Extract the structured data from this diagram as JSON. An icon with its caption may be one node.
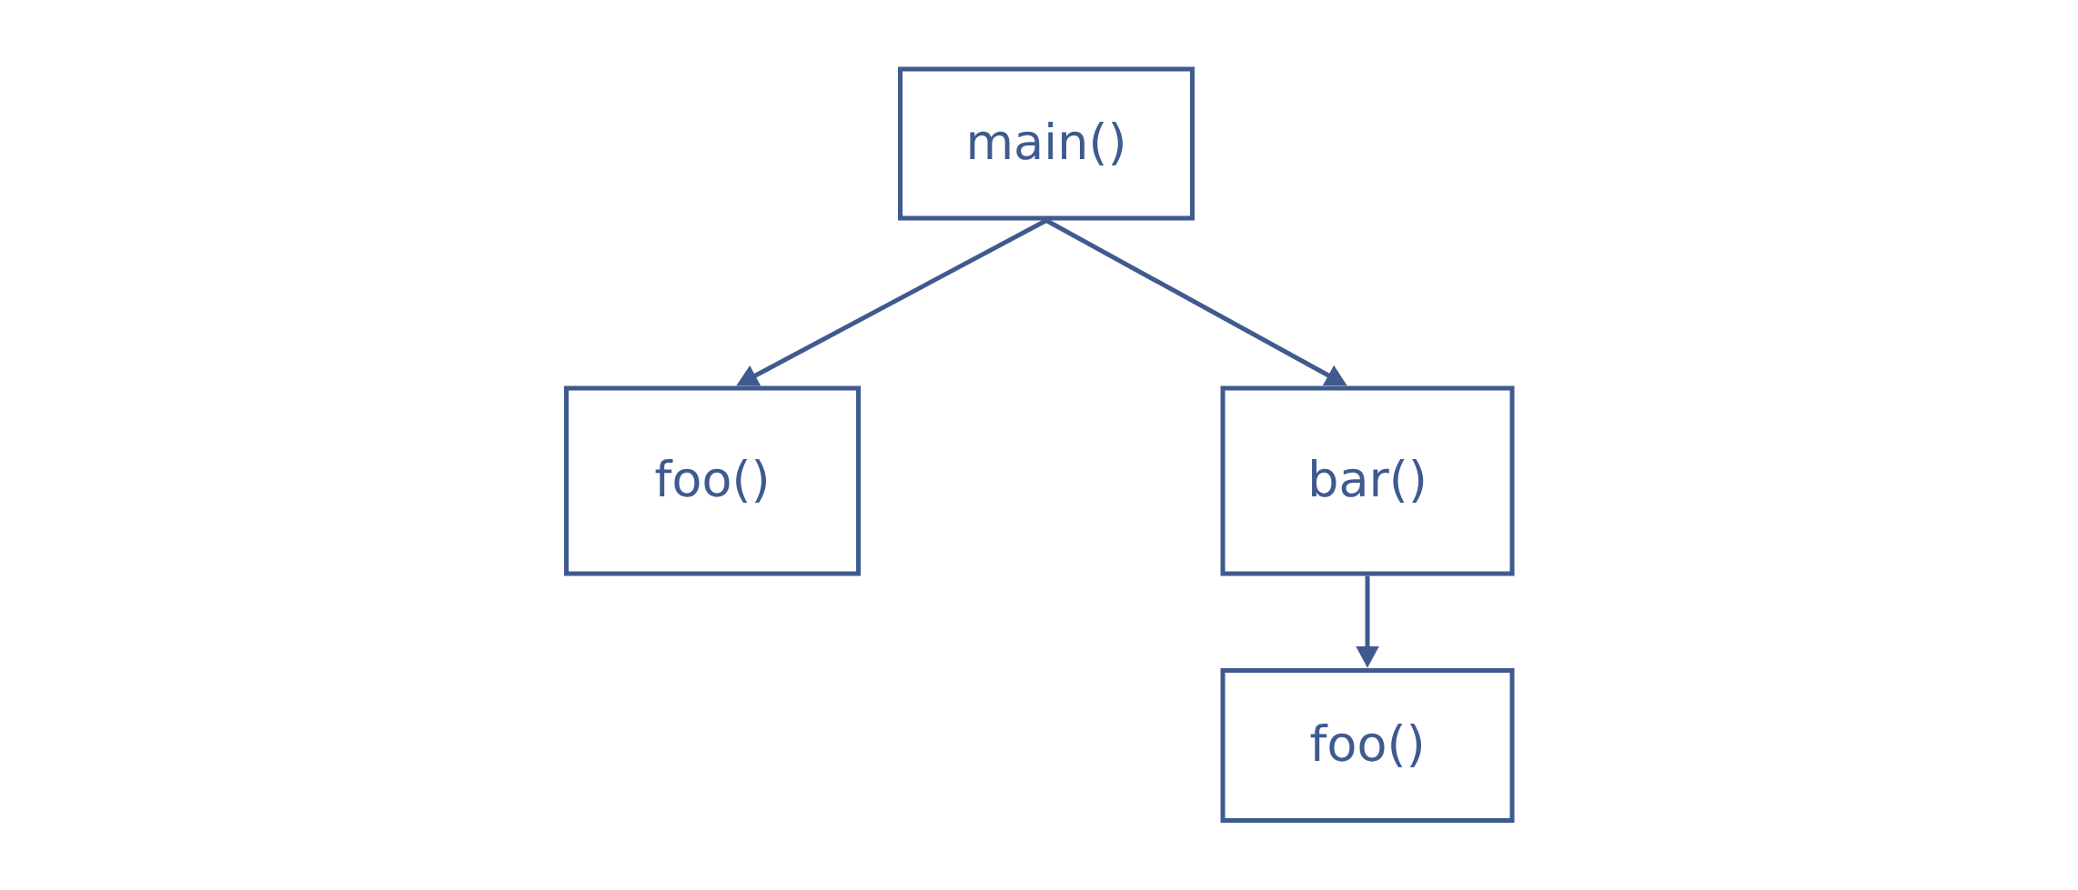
{
  "diagram": {
    "nodes": [
      {
        "text": [
          "main()"
        ]
      },
      {
        "text": [
          "foo()"
        ]
      },
      {
        "text": [
          "bar()"
        ]
      },
      {
        "text": [
          "foo()"
        ]
      }
    ],
    "edges": [
      {
        "from": 0,
        "to": 1,
        "arrow": "to"
      },
      {
        "from": 0,
        "to": 2,
        "arrow": "to"
      },
      {
        "from": 2,
        "to": 3,
        "arrow": "to"
      }
    ]
  }
}
